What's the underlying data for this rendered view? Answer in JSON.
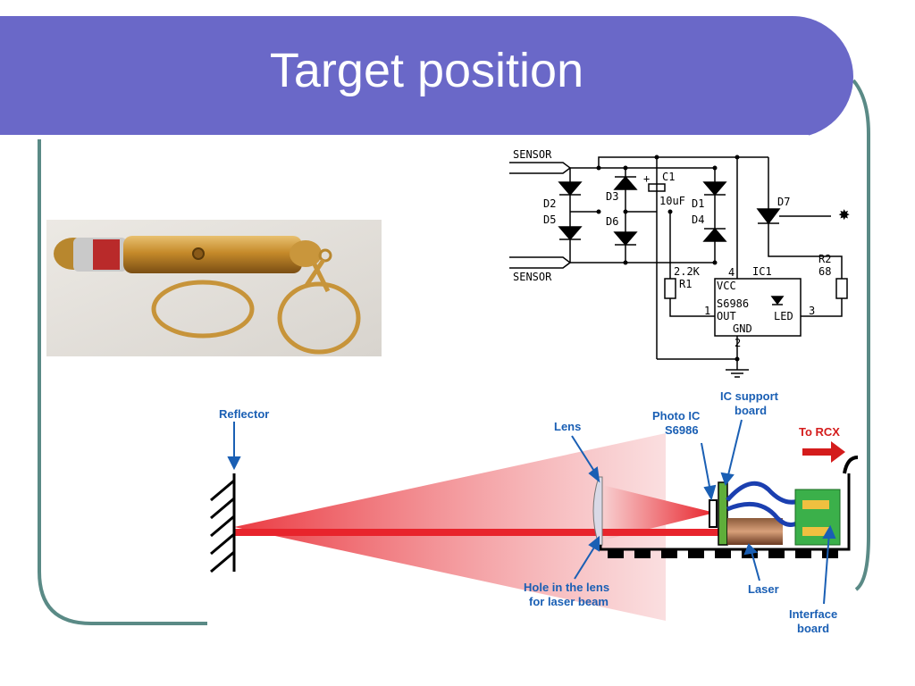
{
  "slide": {
    "title": "Target position",
    "colors": {
      "title_bar": "#6a68c8",
      "frame_line": "#5a8a86",
      "beam_red": "#e8242c",
      "label_blue": "#1a5fb4",
      "label_red": "#d41c1c"
    }
  },
  "photo": {
    "subject": "laser pointer keychain",
    "icon": "laser-pointer-keychain-image"
  },
  "schematic": {
    "labels": {
      "sensor_top": "SENSOR",
      "sensor_bottom": "SENSOR",
      "c1": "C1",
      "c1_value": "10uF",
      "plus": "+",
      "d1": "D1",
      "d2": "D2",
      "d3": "D3",
      "d4": "D4",
      "d5": "D5",
      "d6": "D6",
      "d7": "D7",
      "r1": "R1",
      "r1_value": "2.2K",
      "r2": "R2",
      "r2_value": "68",
      "ic1": "IC1",
      "ic_part": "S6986",
      "vcc": "VCC",
      "out": "OUT",
      "led": "LED",
      "gnd": "GND",
      "pin1": "1",
      "pin2": "2",
      "pin3": "3",
      "pin4": "4"
    }
  },
  "diagram": {
    "labels": {
      "reflector": "Reflector",
      "lens": "Lens",
      "photo_ic_line1": "Photo IC",
      "photo_ic_line2": "S6986",
      "ic_support_line1": "IC support",
      "ic_support_line2": "board",
      "to_rcx": "To RCX",
      "hole_line1": "Hole in the lens",
      "hole_line2": "for laser beam",
      "laser": "Laser",
      "interface_line1": "Interface",
      "interface_line2": "board"
    }
  }
}
